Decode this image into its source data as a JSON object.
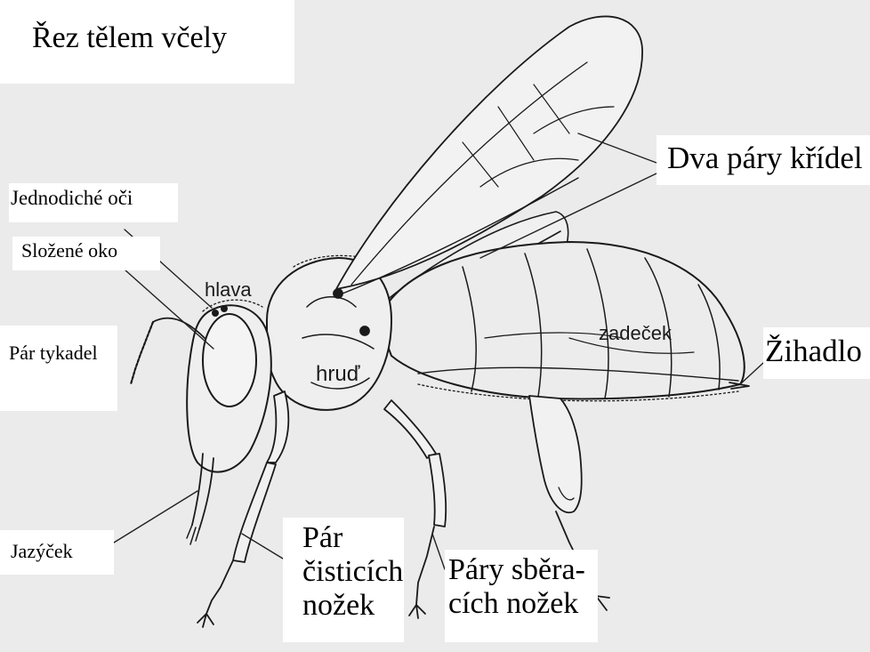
{
  "title": "Řez tělem včely",
  "labels": {
    "jednoduche_oci": "Jednodiché oči",
    "slozene_oko": "Složené oko",
    "par_tykadel": "Pár tykadel",
    "jazycek": "Jazýček",
    "dva_pary_kridel": "Dva páry křídel",
    "zihadlo": "Žihadlo",
    "cistici_line1": "Pár",
    "cistici_line2": "čisticích",
    "cistici_line3": "nožek",
    "sberaci_line1": "Páry sběra-",
    "sberaci_line2": "cích nožek"
  },
  "body_labels": {
    "hlava": "hlava",
    "hrud": "hruď",
    "zadecek": "zadeček"
  },
  "colors": {
    "background": "#ebebeb",
    "ink": "#1a1a1a",
    "label_box": "#ffffff"
  }
}
